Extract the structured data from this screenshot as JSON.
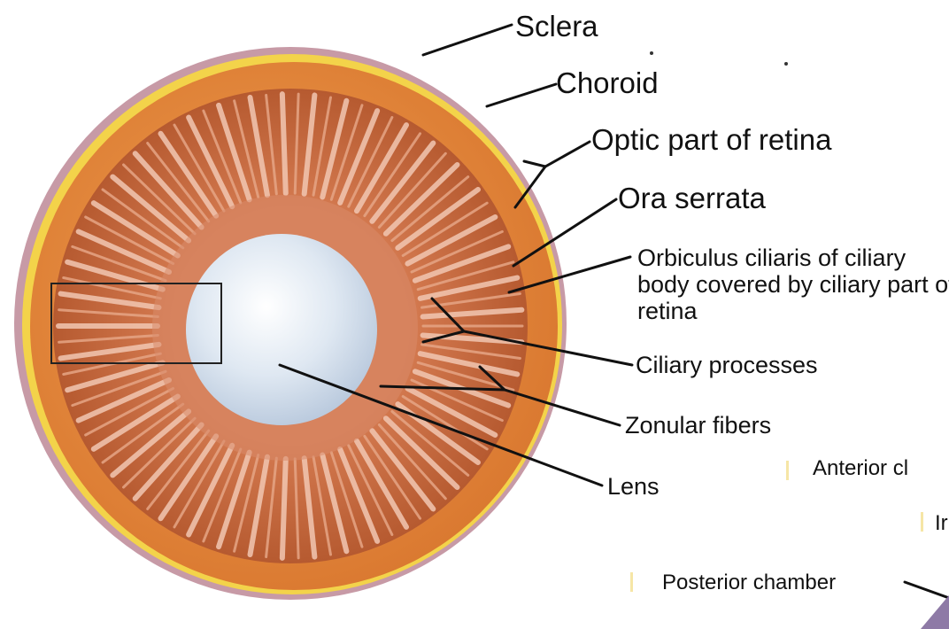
{
  "labels": {
    "sclera": "Sclera",
    "choroid": "Choroid",
    "optic_part_of_retina": "Optic part of retina",
    "ora_serrata": "Ora serrata",
    "orbiculus_ciliaris": "Orbiculus ciliaris of ciliary body covered by ciliary part of retina",
    "ciliary_processes": "Ciliary processes",
    "zonular_fibers": "Zonular fibers",
    "lens": "Lens",
    "anterior_chamber": "Anterior cl",
    "iris": "Ir",
    "posterior_chamber": "Posterior chamber"
  },
  "colors": {
    "sclera_rim": "#c79aa6",
    "yellow_band": "#f3d34a",
    "choroid": "#e88a3c",
    "ciliary_ring": "#c86a3c",
    "processes": "#f2c7b2",
    "lens": "#dde7f1",
    "leader_line": "#111111"
  }
}
